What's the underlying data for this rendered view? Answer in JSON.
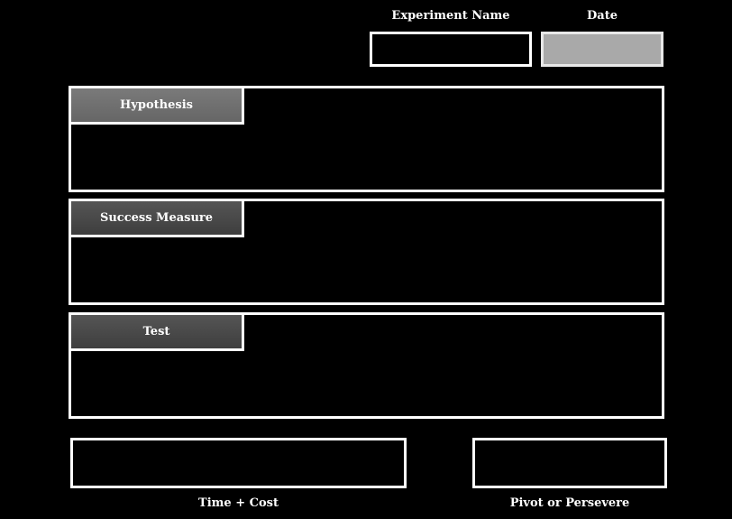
{
  "header": {
    "experiment_name_label": "Experiment Name",
    "date_label": "Date",
    "experiment_name_value": "",
    "date_value": ""
  },
  "sections": [
    {
      "label": "Hypothesis",
      "value": ""
    },
    {
      "label": "Success Measure",
      "value": ""
    },
    {
      "label": "Test",
      "value": ""
    }
  ],
  "footer": {
    "time_cost_label": "Time + Cost",
    "pivot_label": "Pivot or Persevere",
    "time_cost_value": "",
    "pivot_value": ""
  },
  "colors": {
    "background": "#000000",
    "border": "#ffffff",
    "date_field_fill": "#a9a9a9",
    "hypothesis_tab": "#707070",
    "section_tab": "#474747"
  }
}
